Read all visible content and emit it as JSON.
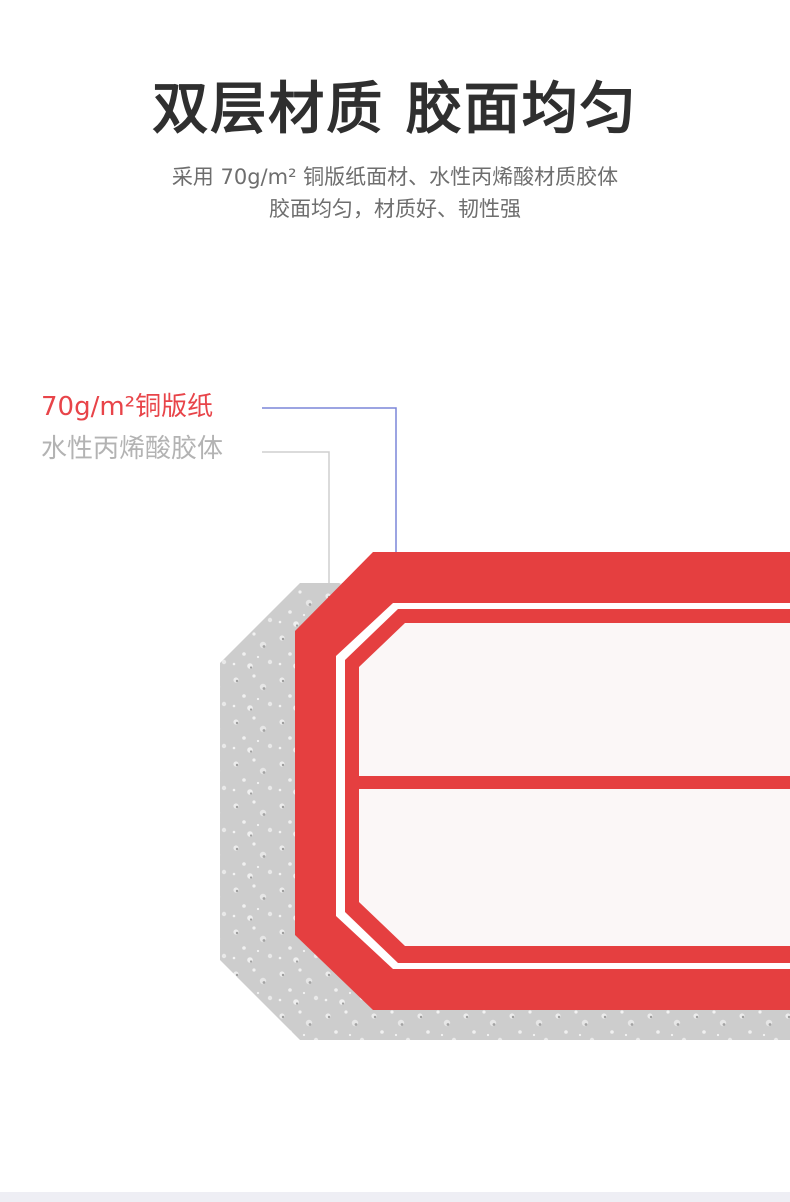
{
  "headline": "双层材质 胶面均匀",
  "subtitle": {
    "line1": "采用 70g/m² 铜版纸面材、水性丙烯酸材质胶体",
    "line2": "胶面均匀，材质好、韧性强"
  },
  "callouts": {
    "paper": {
      "label": "70g/m²铜版纸",
      "color": "#e84449",
      "leader_color": "#7b85d9"
    },
    "glue": {
      "label": "水性丙烯酸胶体",
      "color": "#b3b3b3",
      "leader_color": "#cfcfcf"
    }
  },
  "colors": {
    "label_red": "#e53f40",
    "label_inner": "#fbf7f7",
    "backing_gray": "#cdcdcd",
    "heading": "#2f2f2f",
    "subtitle": "#6e6e6e"
  }
}
